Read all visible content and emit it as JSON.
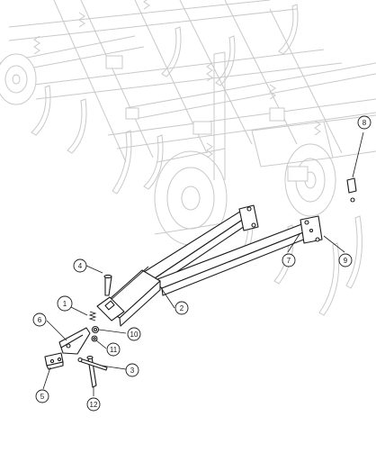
{
  "diagram": {
    "callouts": [
      {
        "label": "1",
        "highlighted": true
      },
      {
        "label": "2"
      },
      {
        "label": "3"
      },
      {
        "label": "4"
      },
      {
        "label": "5"
      },
      {
        "label": "6"
      },
      {
        "label": "7"
      },
      {
        "label": "8"
      },
      {
        "label": "9"
      },
      {
        "label": "10"
      },
      {
        "label": "11"
      },
      {
        "label": "12"
      }
    ],
    "colors": {
      "highlight": "#f4f07a",
      "line": "#1a1a1a",
      "ghost": "#c9c9c9"
    }
  }
}
